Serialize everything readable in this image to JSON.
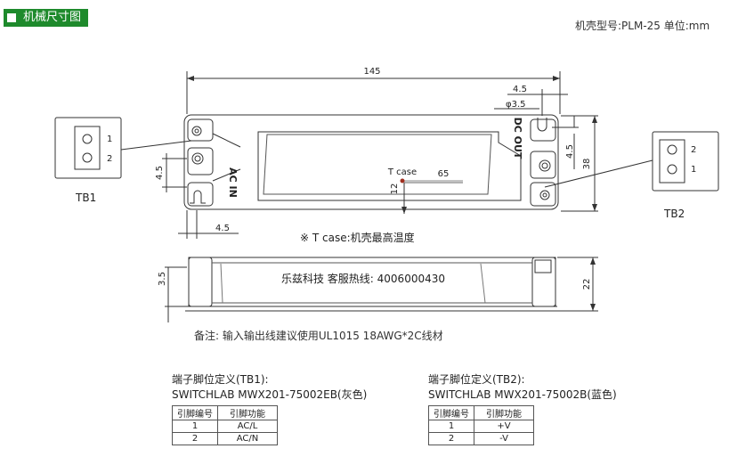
{
  "header": {
    "title": "机械尺寸图"
  },
  "model_line": "机壳型号:PLM-25    单位:mm",
  "dims": {
    "length": "145",
    "hole_offset_top": "4.5",
    "hole_dia": "φ3.5",
    "hole_offset_right": "4.5",
    "width": "38",
    "left_vertical": "4.5",
    "bottom_offset": "4.5",
    "tcase_label": "T case",
    "tcase_x": "65",
    "tcase_y": "12",
    "side_height": "22",
    "side_offset": "3.5"
  },
  "labels": {
    "tb1": "TB1",
    "tb2": "TB2",
    "ac_in": "AC IN",
    "dc_out": "DC OUT",
    "tb1_pins": [
      "1",
      "2"
    ],
    "tb2_pins": [
      "2",
      "1"
    ],
    "hotline": "乐兹科技 客服热线: 4006000430"
  },
  "tcase_note": "※ T case:机壳最高温度",
  "note": "备注: 输入输出线建议使用UL1015 18AWG*2C线材",
  "tb1": {
    "title": "端子脚位定义(TB1):",
    "part": "SWITCHLAB MWX201-75002EB(灰色)",
    "headers": [
      "引脚编号",
      "引脚功能"
    ],
    "rows": [
      [
        "1",
        "AC/L"
      ],
      [
        "2",
        "AC/N"
      ]
    ]
  },
  "tb2": {
    "title": "端子脚位定义(TB2):",
    "part": "SWITCHLAB MWX201-75002B(蓝色)",
    "headers": [
      "引脚编号",
      "引脚功能"
    ],
    "rows": [
      [
        "1",
        "+V"
      ],
      [
        "2",
        "-V"
      ]
    ]
  }
}
